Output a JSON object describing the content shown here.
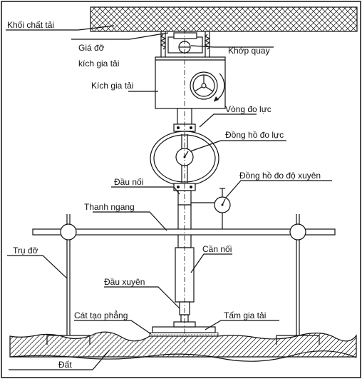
{
  "labels": {
    "load_block": "Khối chất tải",
    "jack_support_line1": "Giá đỡ",
    "jack_support_line2": "kích gia tải",
    "hinge": "Khớp quay",
    "load_jack": "Kích gia tải",
    "proving_ring": "Vòng đo lực",
    "force_gauge": "Đồng hồ đo lực",
    "connector": "Đầu nối",
    "penetration_gauge": "Đồng hồ đo độ xuyên",
    "crossbar": "Thanh ngang",
    "connecting_rod": "Cần nối",
    "support_post": "Trụ đỡ",
    "penetration_head": "Đầu xuyên",
    "leveling_sand": "Cát tạo phẳng",
    "surcharge_plate": "Tấm gia tải",
    "soil": "Đất"
  },
  "colors": {
    "line": "#111111",
    "background": "#ffffff"
  }
}
